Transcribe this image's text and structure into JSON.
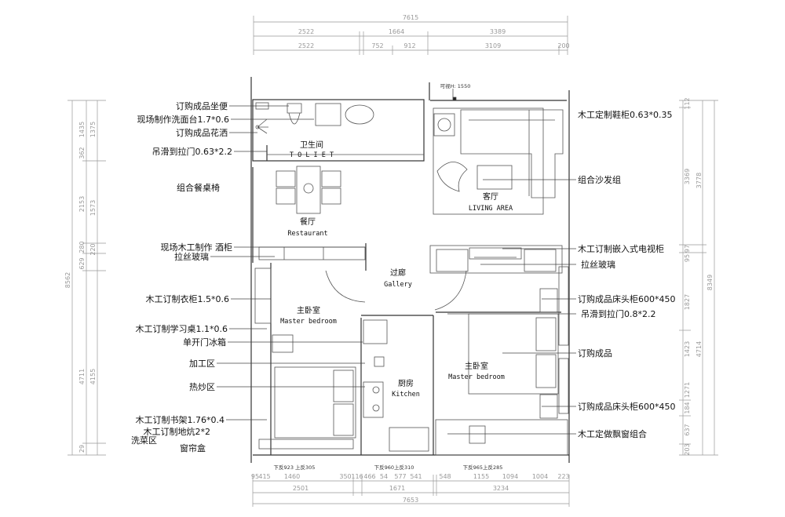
{
  "top_dimensions": {
    "total": "7615",
    "row1": [
      "2522",
      "1664",
      "3389"
    ],
    "row2": [
      "2522",
      "752",
      "912",
      "3109",
      "200"
    ]
  },
  "bottom_dimensions": {
    "row1": [
      "95",
      "415",
      "1460",
      "350",
      "116",
      "466",
      "54",
      "577",
      "541",
      "548",
      "1155",
      "1094",
      "1004",
      "223"
    ],
    "row2": [
      "2501",
      "1671",
      "3234"
    ],
    "total": "7653"
  },
  "left_dimensions": {
    "total": "8562",
    "col1": [
      "1435",
      "362",
      "2153",
      "280",
      "629",
      "4711",
      "29"
    ],
    "col2": [
      "1375",
      "1573",
      "220",
      "4155"
    ]
  },
  "right_dimensions": {
    "col1": [
      "112",
      "3369",
      "97",
      "95",
      "1827",
      "1423",
      "1271",
      "184",
      "637",
      "203"
    ],
    "col2": [
      "3778",
      "4714"
    ],
    "total": "8349"
  },
  "rooms": [
    {
      "cn": "卫生间",
      "en": "T O L I E T"
    },
    {
      "cn": "餐厅",
      "en": "Restaurant"
    },
    {
      "cn": "客厅",
      "en": "LIVING  AREA"
    },
    {
      "cn": "过廊",
      "en": "Gallery"
    },
    {
      "cn": "主卧室",
      "en": "Master bedroom"
    },
    {
      "cn": "厨房",
      "en": "Kitchen"
    },
    {
      "cn": "主卧室",
      "en": "Master bedroom"
    }
  ],
  "left_labels": [
    "订购成品坐便",
    "现场制作洗面台1.7*0.6",
    "订购成品花洒",
    "吊滑到拉门0.63*2.2",
    "组合餐桌椅",
    "现场木工制作 酒柜",
    "拉丝玻璃",
    "木工订制衣柜1.5*0.6",
    "木工订制学习桌1.1*0.6",
    "单开门冰箱",
    "加工区",
    "热炒区",
    "木工订制书架1.76*0.4",
    "木工订制地炕2*2",
    "洗菜区",
    "窗帘盒"
  ],
  "right_labels": [
    "木工定制鞋柜0.63*0.35",
    "组合沙发组",
    "木工订制嵌入式电视柜",
    "拉丝玻璃",
    "订购成品床头柜600*450",
    "吊滑到拉门0.8*2.2",
    "订购成品",
    "订购成品床头柜600*450",
    "木工定做飘窗组合"
  ],
  "notes": {
    "visible_height": "可视H: 1550",
    "window_sills": [
      "下反923 上反305",
      "下反960上反310",
      "下反965上反285"
    ]
  }
}
